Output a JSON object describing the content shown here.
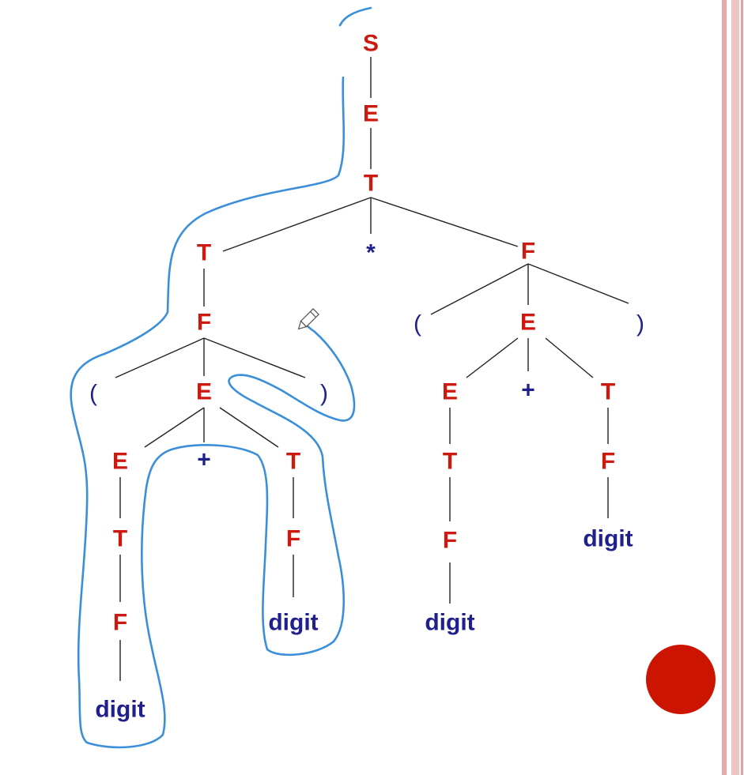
{
  "tree": {
    "nodes": {
      "S": "S",
      "E_root": "E",
      "T_root": "T",
      "T_left": "T",
      "star": "*",
      "F_right": "F",
      "F_left": "F",
      "lp_left": "(",
      "E_left": "E",
      "rp_left": ")",
      "lp_right": "(",
      "E_right": "E",
      "rp_right": ")",
      "E_ll": "E",
      "plus_l": "+",
      "T_lr": "T",
      "E_rl": "E",
      "plus_r": "+",
      "T_rr": "T",
      "T_ll": "T",
      "F_lr": "F",
      "T_rl": "T",
      "F_rr": "F",
      "F_ll": "F",
      "digit_lr": "digit",
      "F_rl": "F",
      "digit_rr": "digit",
      "digit_ll": "digit",
      "digit_rl": "digit"
    }
  },
  "colors": {
    "nonterminal": "#cc1a10",
    "terminal": "#1f1f8e",
    "ink": "#3b8fd8",
    "record_dot": "#cc1500",
    "border": "#e8a8a8"
  },
  "icons": {
    "cursor": "pencil-icon",
    "record": "record-dot-icon"
  }
}
